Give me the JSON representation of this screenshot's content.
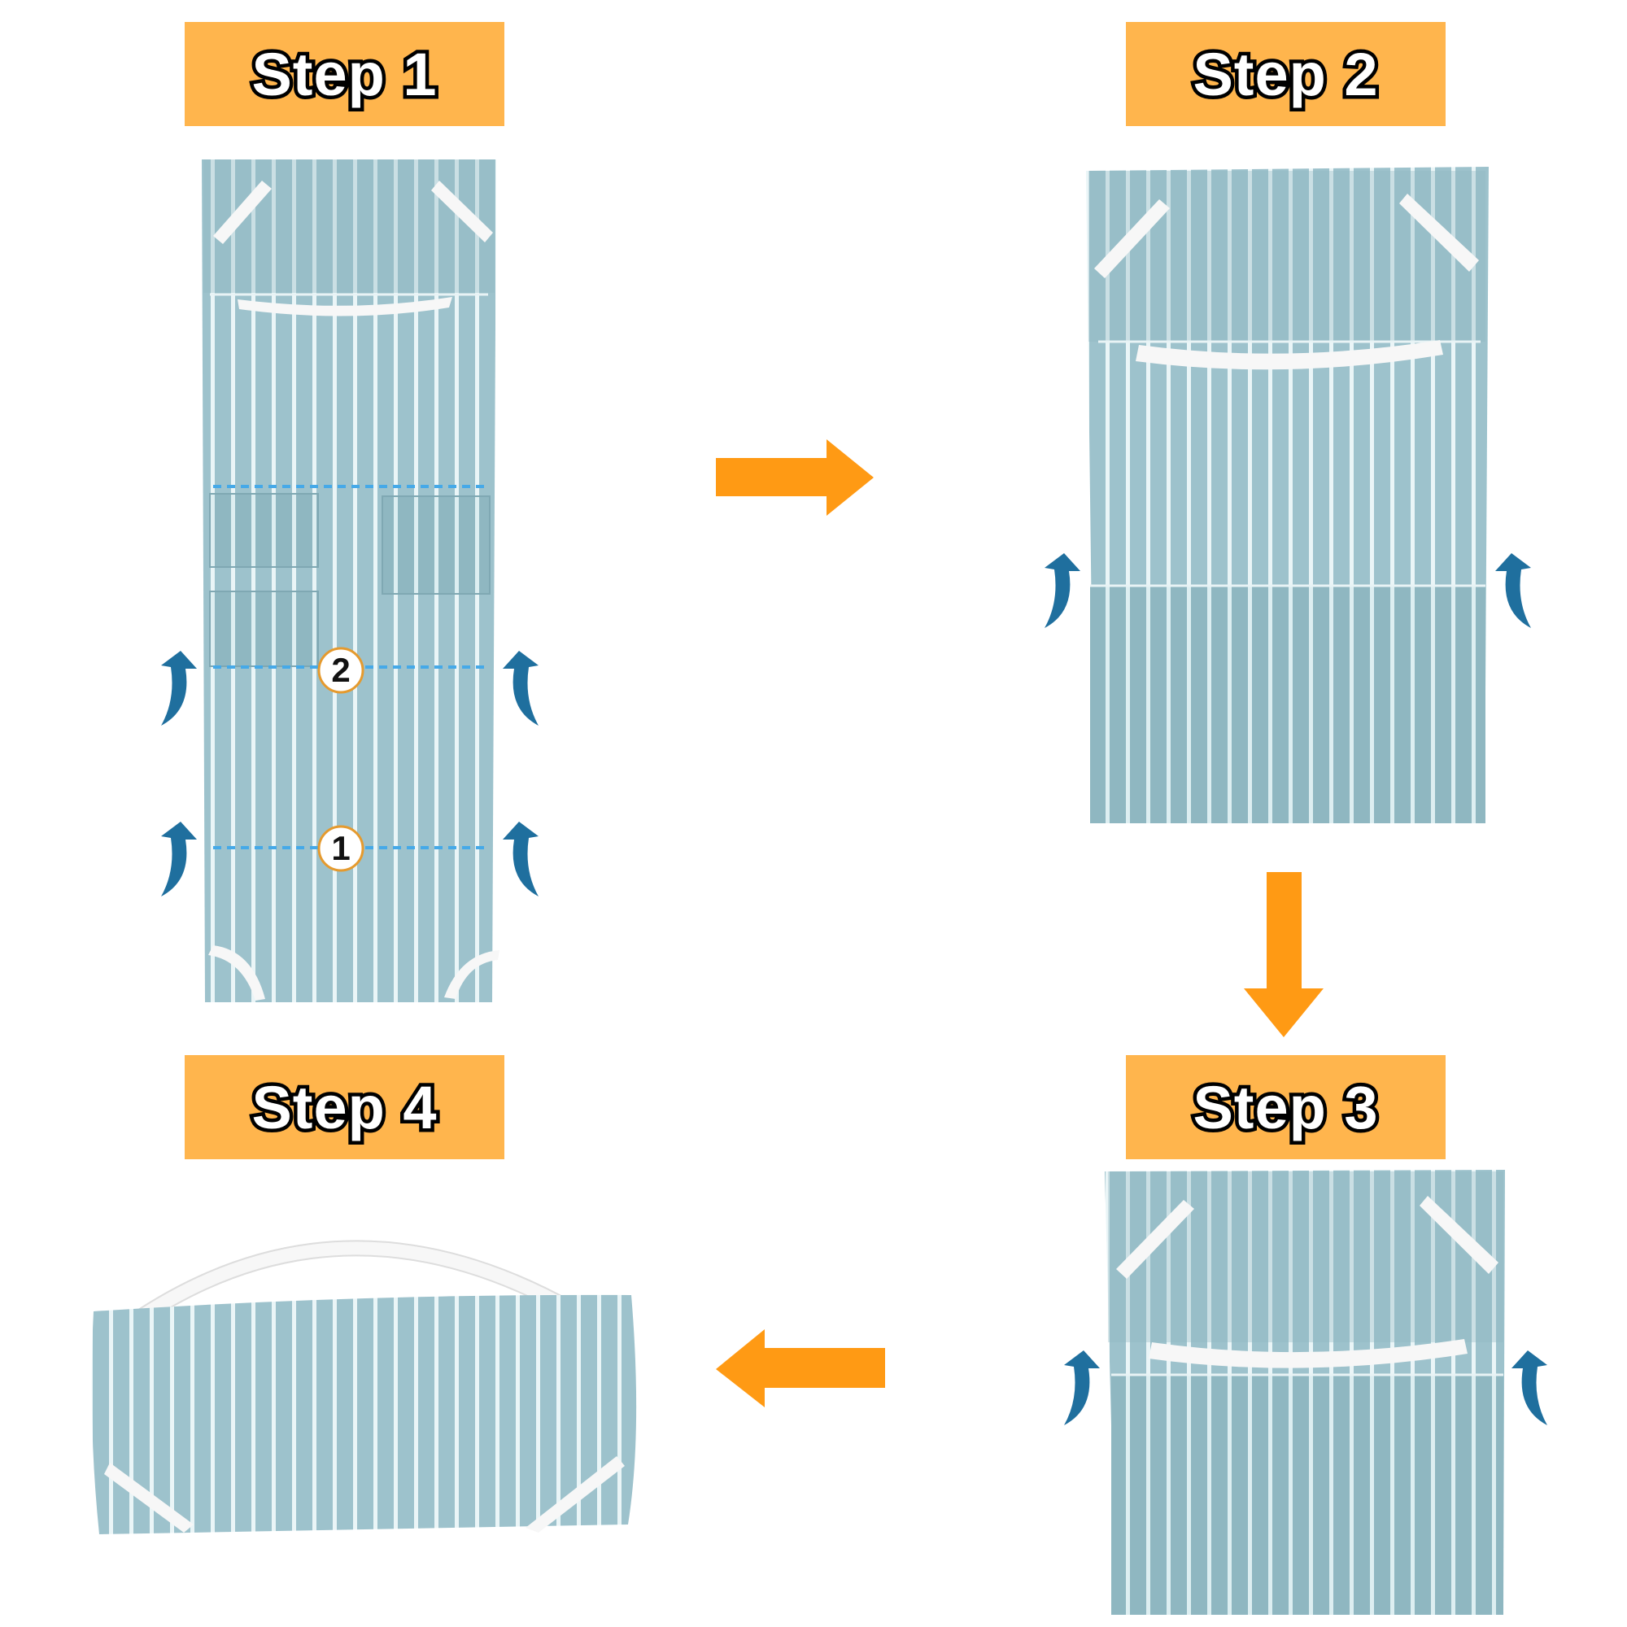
{
  "steps": [
    {
      "label": "Step 1"
    },
    {
      "label": "Step 2"
    },
    {
      "label": "Step 3"
    },
    {
      "label": "Step 4"
    }
  ],
  "fold_markers": [
    {
      "number": "2"
    },
    {
      "number": "1"
    }
  ],
  "colors": {
    "label_bg": "#FFB54D",
    "flow_arrow": "#FF9A14",
    "fold_arrow": "#1F6F9E",
    "towel": "#9DC2CC",
    "stripe": "#EAF5F7",
    "fold_line": "#45A9E8",
    "strap": "#F7F7F7"
  },
  "icons": {
    "flow_arrows": [
      "arrow-right-icon",
      "arrow-down-icon",
      "arrow-left-icon"
    ],
    "fold_arrows": "curved-fold-arrow-icon"
  }
}
